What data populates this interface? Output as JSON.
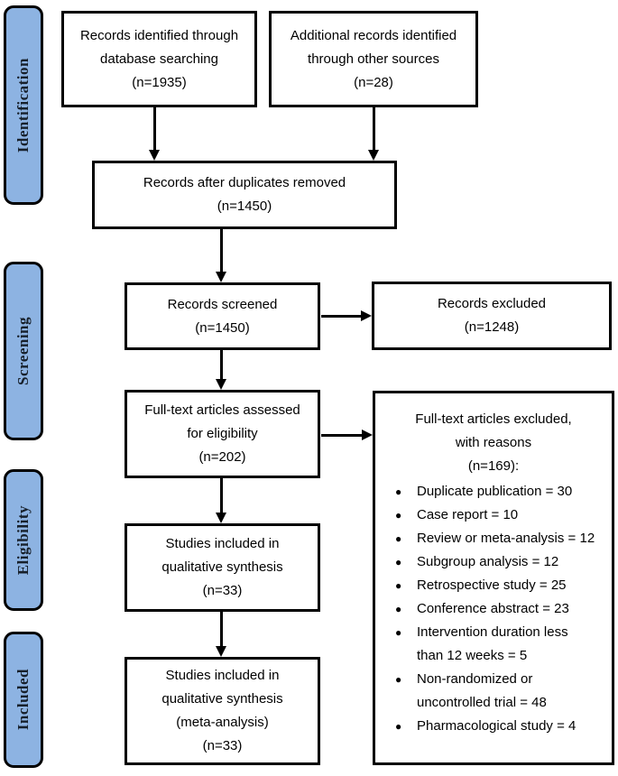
{
  "glyphs": {
    "bullet": "●"
  },
  "colors": {
    "stage_fill": "#8DB3E2",
    "stage_border": "#000000",
    "box_border": "#000000"
  },
  "stages": [
    {
      "label": "Identification"
    },
    {
      "label": "Screening"
    },
    {
      "label": "Eligibility"
    },
    {
      "label": "Included"
    }
  ],
  "boxes": {
    "identified": {
      "lines": [
        "Records identified through",
        "database searching",
        "(n=1935)"
      ]
    },
    "additional": {
      "lines": [
        "Additional records identified",
        "through other sources",
        "(n=28)"
      ]
    },
    "deduplicated": {
      "lines": [
        "Records after duplicates removed",
        "(n=1450)"
      ]
    },
    "screened": {
      "lines": [
        "Records screened",
        "(n=1450)"
      ]
    },
    "excluded": {
      "lines": [
        "Records excluded",
        "(n=1248)"
      ]
    },
    "fulltext": {
      "lines": [
        "Full-text articles assessed",
        "for eligibility",
        "(n=202)"
      ]
    },
    "fulltext_excluded": {
      "heading": [
        "Full-text articles excluded,",
        "with reasons",
        "(n=169):"
      ],
      "items": [
        {
          "lines": [
            "Duplicate publication = 30"
          ]
        },
        {
          "lines": [
            "Case report = 10"
          ]
        },
        {
          "lines": [
            "Review or meta-analysis = 12"
          ]
        },
        {
          "lines": [
            "Subgroup analysis = 12"
          ]
        },
        {
          "lines": [
            "Retrospective study = 25"
          ]
        },
        {
          "lines": [
            "Conference abstract = 23"
          ]
        },
        {
          "lines": [
            "Intervention duration less",
            "than 12 weeks = 5"
          ]
        },
        {
          "lines": [
            "Non-randomized or",
            "uncontrolled trial = 48"
          ]
        },
        {
          "lines": [
            "Pharmacological study = 4"
          ]
        }
      ]
    },
    "qualitative": {
      "lines": [
        "Studies included in",
        "qualitative synthesis",
        "(n=33)"
      ]
    },
    "meta": {
      "lines": [
        "Studies included in",
        "qualitative synthesis",
        "(meta-analysis)",
        "(n=33)"
      ]
    }
  }
}
